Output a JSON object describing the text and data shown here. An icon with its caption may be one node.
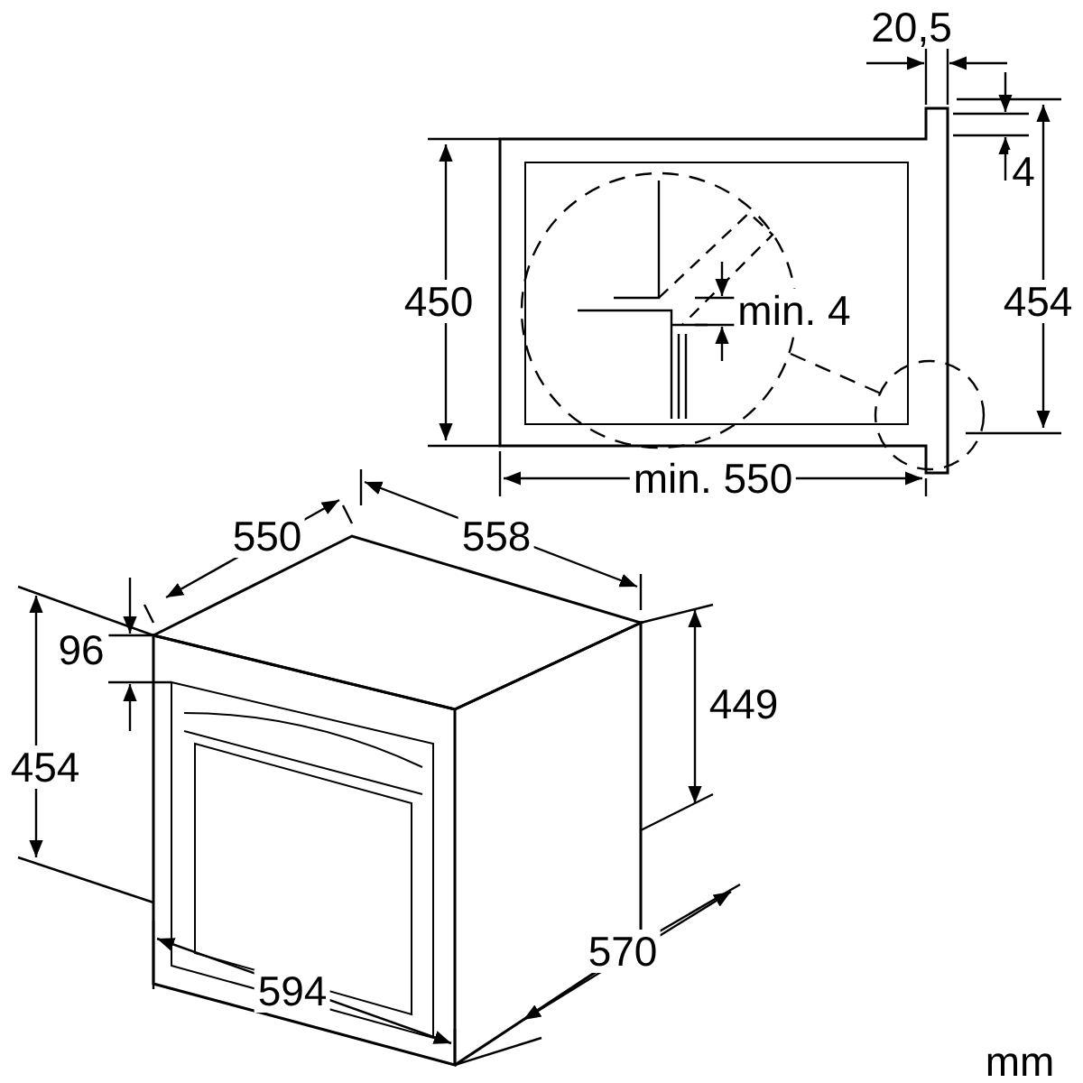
{
  "diagram": {
    "labels": [
      "20,5",
      "4",
      "450",
      "454",
      "min. 4",
      "min. 550",
      "550",
      "558",
      "96",
      "449",
      "454",
      "570",
      "594",
      "mm"
    ]
  }
}
